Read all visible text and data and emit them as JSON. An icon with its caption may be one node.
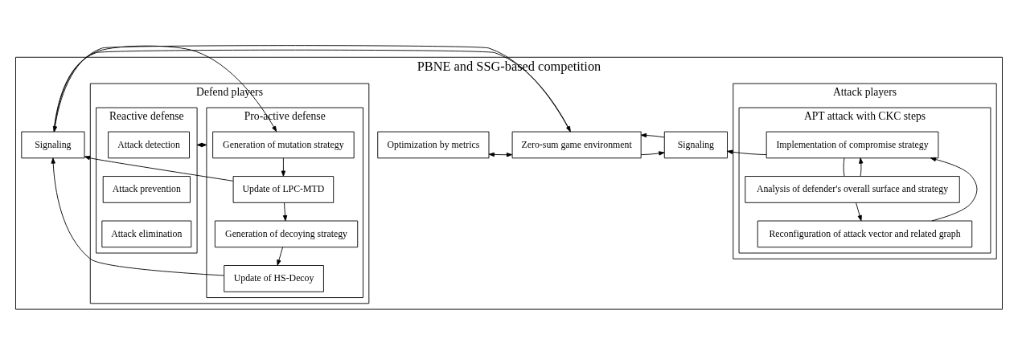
{
  "diagram": {
    "nodes": [
      {
        "text": [
          "PBNE and SSG-based competition"
        ]
      },
      {
        "text": [
          "Attack players"
        ],
        "in": 0
      },
      {
        "text": [
          "APT attack with CKC steps"
        ],
        "in": 1
      },
      {
        "text": [
          "Implementation of compromise strategy"
        ],
        "in": 2
      },
      {
        "text": [
          "Analysis of defender's overall surface and strategy"
        ],
        "in": 2
      },
      {
        "text": [
          "Reconfiguration of attack vector and related graph"
        ],
        "in": 2
      },
      {
        "text": [
          "Signaling"
        ],
        "in": 0
      },
      {
        "text": [
          "Optimization by metrics"
        ],
        "in": 0
      },
      {
        "text": [
          "Zero-sum game environment"
        ],
        "in": 0
      },
      {
        "text": [
          "Signaling"
        ],
        "in": 0
      },
      {
        "text": [
          "Defend players"
        ],
        "in": 0
      },
      {
        "text": [
          "Pro-active defense"
        ],
        "in": 10
      },
      {
        "text": [
          "Generation of mutation strategy"
        ],
        "in": 11
      },
      {
        "text": [
          "Update of LPC-MTD"
        ],
        "in": 11
      },
      {
        "text": [
          "Generation of decoying strategy"
        ],
        "in": 11
      },
      {
        "text": [
          "Update of HS-Decoy"
        ],
        "in": 11
      },
      {
        "text": [
          "Reactive defense"
        ],
        "in": 10
      },
      {
        "text": [
          "Attack detection"
        ],
        "in": 16
      },
      {
        "text": [
          "Attack prevention"
        ],
        "in": 16
      },
      {
        "text": [
          "Attack elimination"
        ],
        "in": 16
      }
    ],
    "edges": [
      {
        "from": 3,
        "to": 4,
        "arrow": "none"
      },
      {
        "from": 4,
        "to": 5,
        "arrow": "to"
      },
      {
        "from": 4,
        "to": 3,
        "arrow": "to"
      },
      {
        "from": 5,
        "to": 3,
        "arrow": "to"
      },
      {
        "from": 3,
        "to": 6,
        "arrow": "to"
      },
      {
        "from": 8,
        "to": 6,
        "arrow": "to"
      },
      {
        "from": 6,
        "to": 8,
        "arrow": "to"
      },
      {
        "from": 7,
        "to": 8,
        "arrow": "both"
      },
      {
        "from": 9,
        "to": 8,
        "arrow": "to"
      },
      {
        "from": 8,
        "to": 9,
        "arrow": "to"
      },
      {
        "from": 9,
        "to": 12,
        "arrow": "to"
      },
      {
        "from": 12,
        "to": 13,
        "arrow": "to"
      },
      {
        "from": 13,
        "to": 14,
        "arrow": "to"
      },
      {
        "from": 14,
        "to": 15,
        "arrow": "to"
      },
      {
        "from": 13,
        "to": 9,
        "arrow": "to"
      },
      {
        "from": 15,
        "to": 9,
        "arrow": "to"
      },
      {
        "from": 11,
        "to": 16,
        "arrow": "both"
      }
    ]
  }
}
